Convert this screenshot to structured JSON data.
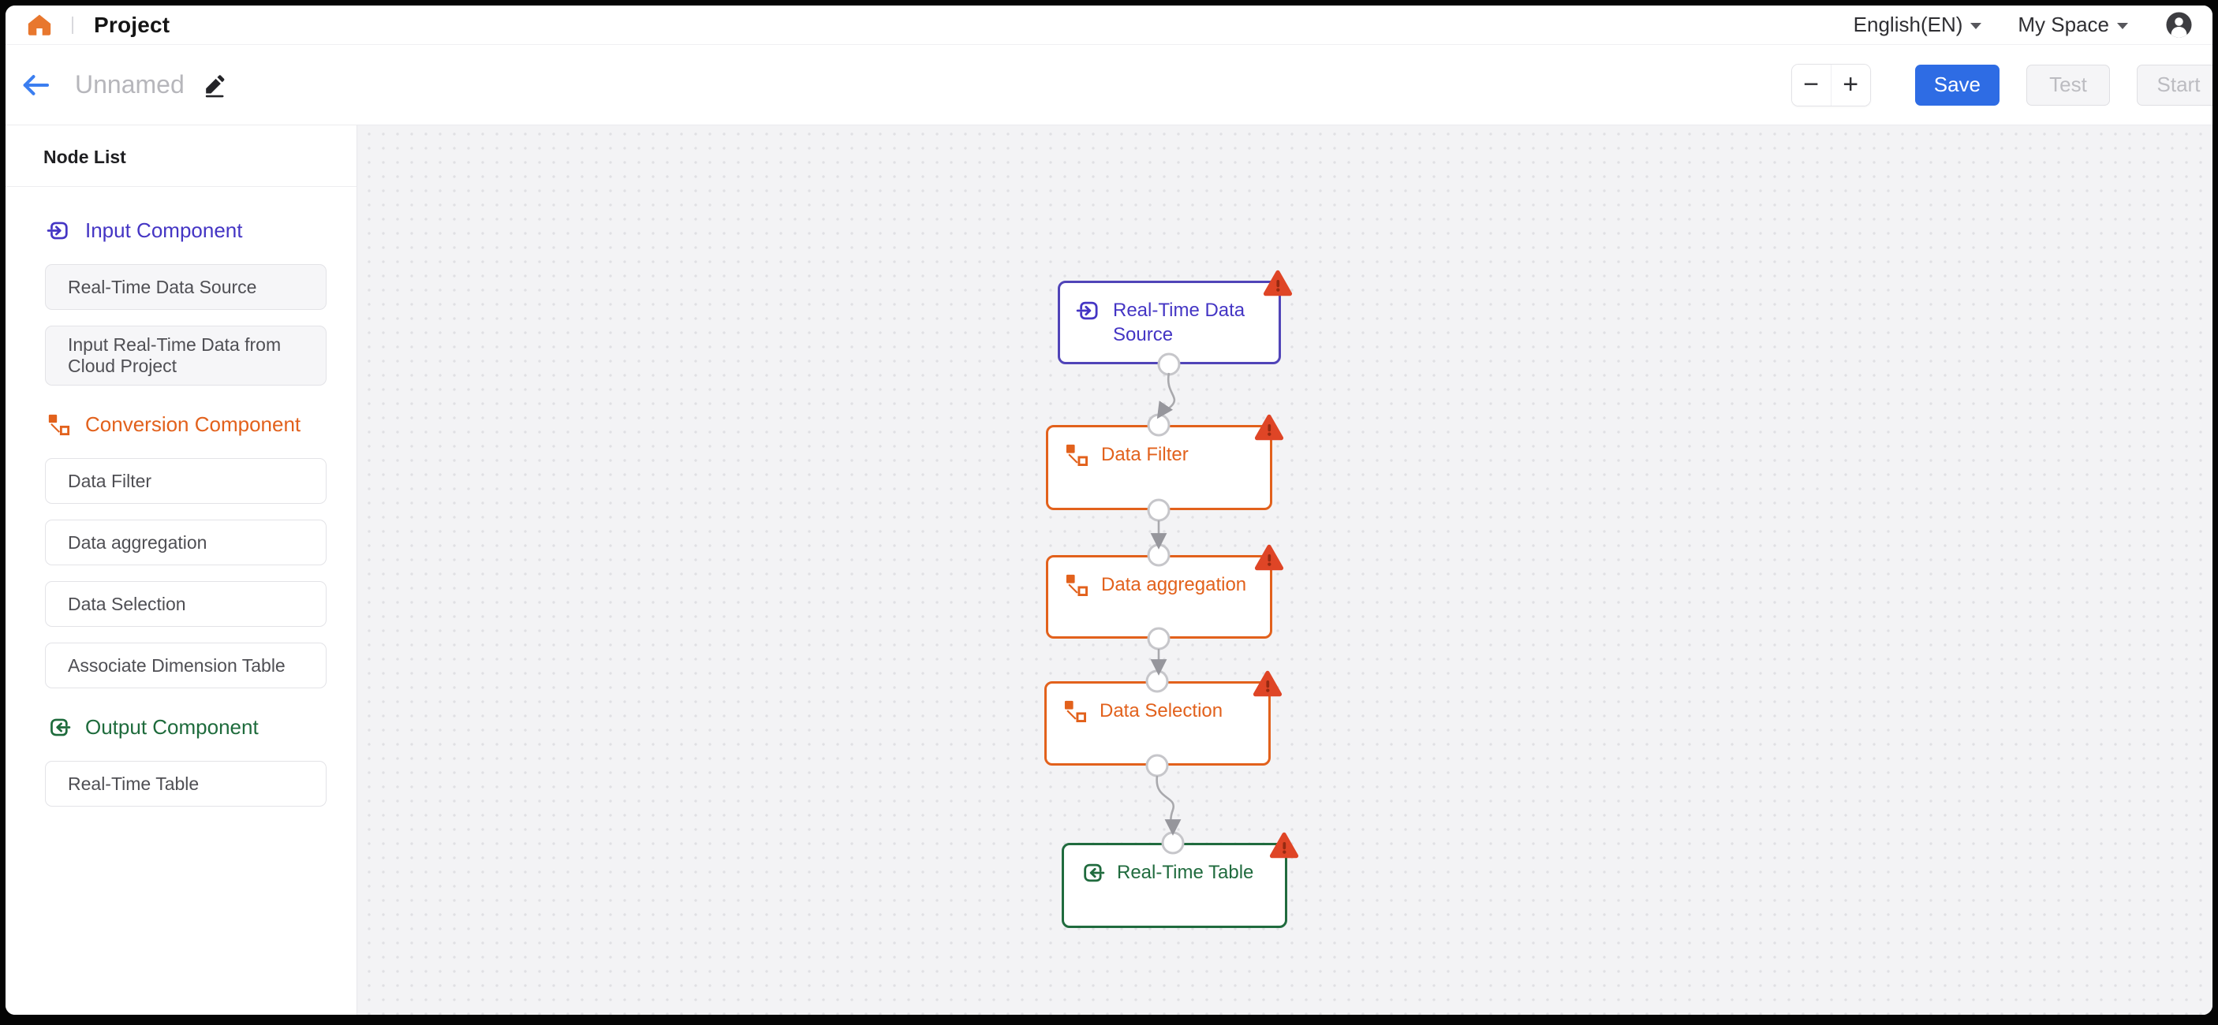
{
  "topbar": {
    "title": "Project",
    "language": "English(EN)",
    "space": "My Space"
  },
  "toolbar": {
    "flow_name": "Unnamed",
    "zoom_out": "−",
    "zoom_in": "+",
    "save_label": "Save",
    "test_label": "Test",
    "start_label": "Start"
  },
  "sidebar": {
    "title": "Node List",
    "sections": [
      {
        "label": "Input Component",
        "items": [
          "Real-Time Data Source",
          "Input Real-Time Data from Cloud Project"
        ]
      },
      {
        "label": "Conversion Component",
        "items": [
          "Data Filter",
          "Data aggregation",
          "Data Selection",
          "Associate Dimension Table"
        ]
      },
      {
        "label": "Output Component",
        "items": [
          "Real-Time Table"
        ]
      }
    ]
  },
  "canvas": {
    "nodes": [
      {
        "label": "Real-Time Data Source",
        "type": "input",
        "warning": true
      },
      {
        "label": "Data Filter",
        "type": "conversion",
        "warning": true
      },
      {
        "label": "Data aggregation",
        "type": "conversion",
        "warning": true
      },
      {
        "label": "Data Selection",
        "type": "conversion",
        "warning": true
      },
      {
        "label": "Real-Time Table",
        "type": "output",
        "warning": true
      }
    ]
  },
  "colors": {
    "input": "#4435c4",
    "conversion": "#e2611c",
    "output": "#1e6b3c",
    "warning": "#df4526",
    "save_button": "#2e6ce4",
    "home_icon": "#e8772e",
    "back_arrow": "#3b7ef0"
  }
}
